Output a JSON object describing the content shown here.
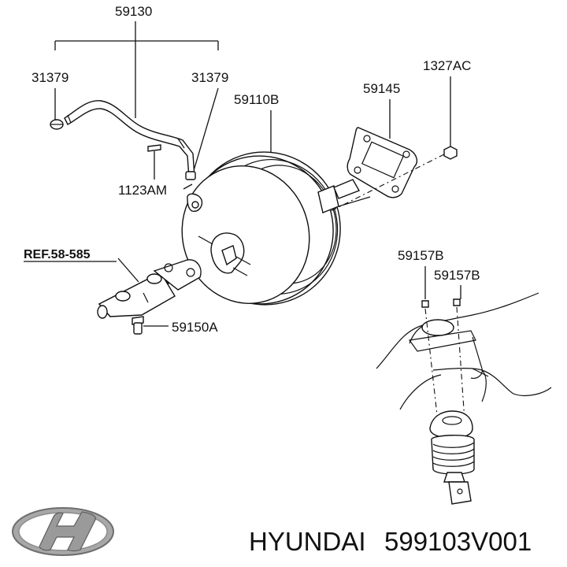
{
  "labels": {
    "p59130": "59130",
    "p31379_left": "31379",
    "p31379_right": "31379",
    "p59110B": "59110B",
    "p59145": "59145",
    "p1327AC": "1327AC",
    "p1123AM": "1123AM",
    "ref": "REF.58-585",
    "p59150A": "59150A",
    "p59157B_a": "59157B",
    "p59157B_b": "59157B"
  },
  "brand": {
    "name": "HYUNDAI",
    "part_number": "599103V001",
    "logo": "hyundai-logo"
  }
}
